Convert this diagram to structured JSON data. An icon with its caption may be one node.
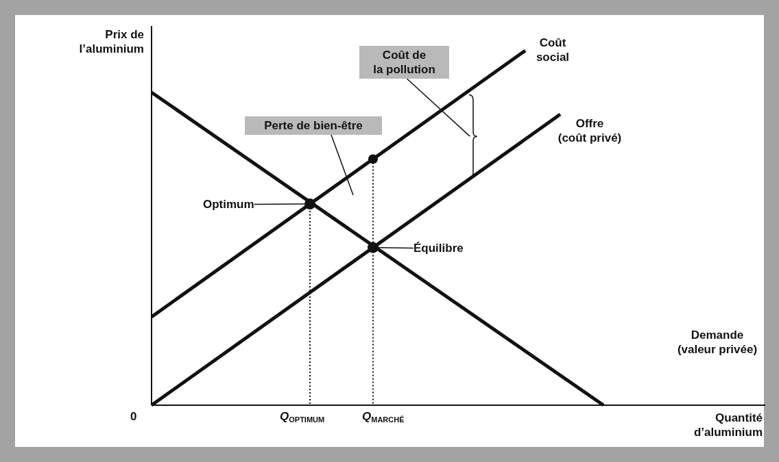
{
  "diagram": {
    "nodes": [
      {
        "text": [
          "Coût de la pollution"
        ]
      },
      {
        "text": [],
        "shape": "bracket"
      },
      {
        "text": [
          "Perte de bien-être"
        ]
      },
      {
        "text": [
          "Optimum"
        ]
      },
      {
        "text": [],
        "shape": "circle"
      },
      {
        "text": [
          "Équilibre"
        ]
      },
      {
        "text": [],
        "shape": "circle"
      },
      {
        "text": [],
        "shape": "circle"
      }
    ],
    "edges": [
      {
        "from": 0,
        "to": 1,
        "arrow": "none"
      },
      {
        "from": 2,
        "to": null,
        "arrow": "none"
      },
      {
        "from": 3,
        "to": 4,
        "arrow": "none"
      },
      {
        "from": 5,
        "to": 6,
        "arrow": "none"
      }
    ],
    "labels": [
      "Prix de l’aluminium",
      "Coût social",
      "Offre (coût privé)",
      "Demande (valeur privée)",
      "0",
      "*Q*$_{OPTIMUM}$",
      "*Q*$_{MARCHÉ}$",
      "Quantité d’aluminium"
    ]
  }
}
